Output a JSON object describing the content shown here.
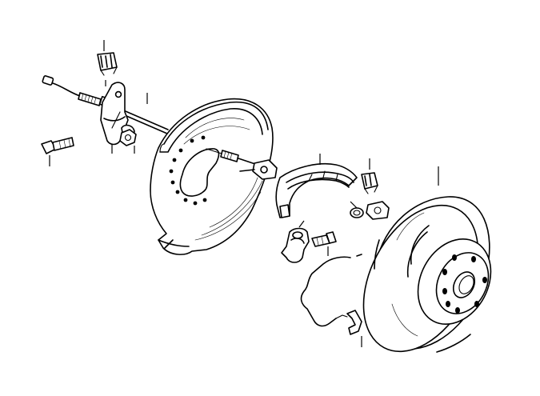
{
  "diagram": {
    "type": "exploded-parts-view",
    "background": "#ffffff",
    "line_color": "#000000",
    "parts": [
      {
        "id": "clip-top",
        "icon": "spring-clip-icon"
      },
      {
        "id": "handbrake-cable",
        "icon": "cable-icon"
      },
      {
        "id": "cable-bracket",
        "icon": "bracket-icon"
      },
      {
        "id": "bolt-left",
        "icon": "bolt-icon"
      },
      {
        "id": "nut-left",
        "icon": "nut-icon"
      },
      {
        "id": "backing-plate",
        "icon": "dust-shield-icon"
      },
      {
        "id": "expander-lever",
        "icon": "lever-icon"
      },
      {
        "id": "brake-shoe",
        "icon": "brake-shoe-icon"
      },
      {
        "id": "clip-right",
        "icon": "spring-clip-icon"
      },
      {
        "id": "adjuster",
        "icon": "adjuster-icon"
      },
      {
        "id": "shoe-holder",
        "icon": "retainer-icon"
      },
      {
        "id": "bolt-center",
        "icon": "bolt-icon"
      },
      {
        "id": "return-spring",
        "icon": "spring-icon"
      },
      {
        "id": "brake-disc",
        "icon": "brake-disc-icon"
      }
    ]
  }
}
